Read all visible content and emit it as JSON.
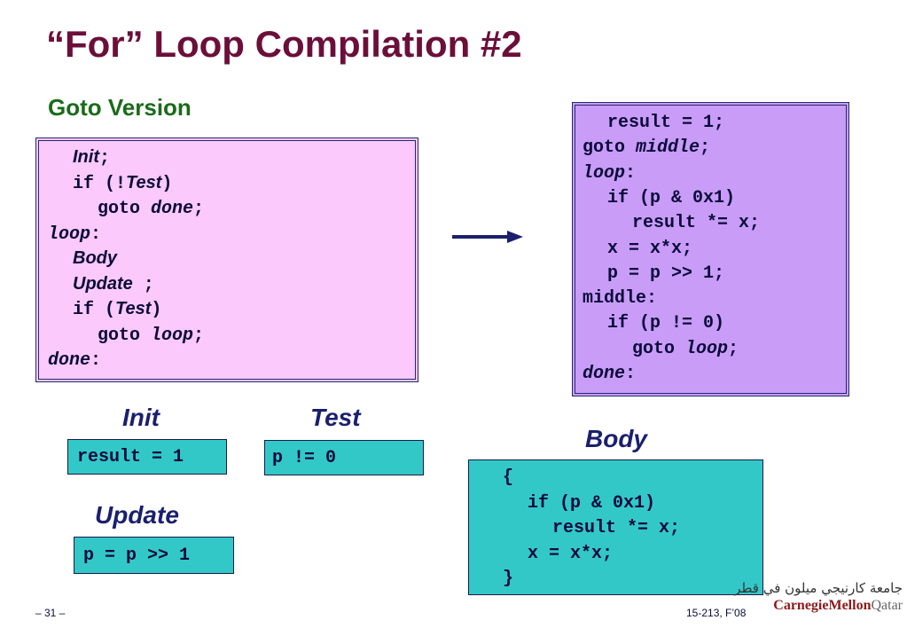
{
  "title": "“For” Loop Compilation #2",
  "subtitle": "Goto Version",
  "goto_box": [
    {
      "indent": 1,
      "parts": [
        {
          "t": "Init",
          "s": "ital"
        },
        {
          "t": ";",
          "s": "mono"
        }
      ]
    },
    {
      "indent": 1,
      "parts": [
        {
          "t": "if (!",
          "s": "mono"
        },
        {
          "t": "Test",
          "s": "ital"
        },
        {
          "t": ")",
          "s": "mono"
        }
      ]
    },
    {
      "indent": 2,
      "parts": [
        {
          "t": "goto ",
          "s": "mono"
        },
        {
          "t": "done",
          "s": "monoital"
        },
        {
          "t": ";",
          "s": "mono"
        }
      ]
    },
    {
      "indent": 0,
      "parts": [
        {
          "t": "loop",
          "s": "monoital"
        },
        {
          "t": ":",
          "s": "mono"
        }
      ]
    },
    {
      "indent": 1,
      "parts": [
        {
          "t": "Body",
          "s": "ital"
        }
      ]
    },
    {
      "indent": 1,
      "parts": [
        {
          "t": "Update",
          "s": "ital"
        },
        {
          "t": " ;",
          "s": "mono"
        }
      ]
    },
    {
      "indent": 1,
      "parts": [
        {
          "t": "if (",
          "s": "mono"
        },
        {
          "t": "Test",
          "s": "ital"
        },
        {
          "t": ")",
          "s": "mono"
        }
      ]
    },
    {
      "indent": 2,
      "parts": [
        {
          "t": "goto ",
          "s": "mono"
        },
        {
          "t": "loop",
          "s": "monoital"
        },
        {
          "t": ";",
          "s": "mono"
        }
      ]
    },
    {
      "indent": 0,
      "parts": [
        {
          "t": "done",
          "s": "monoital"
        },
        {
          "t": ":",
          "s": "mono"
        }
      ]
    }
  ],
  "result_box": [
    {
      "indent": 1,
      "parts": [
        {
          "t": "result = 1;",
          "s": "mono"
        }
      ]
    },
    {
      "indent": 0,
      "parts": [
        {
          "t": "goto ",
          "s": "mono"
        },
        {
          "t": "middle",
          "s": "monoital"
        },
        {
          "t": ";",
          "s": "mono"
        }
      ]
    },
    {
      "indent": 0,
      "parts": [
        {
          "t": "loop",
          "s": "monoital"
        },
        {
          "t": ":",
          "s": "mono"
        }
      ]
    },
    {
      "indent": 1,
      "parts": [
        {
          "t": "if (p & 0x1)",
          "s": "mono"
        }
      ]
    },
    {
      "indent": 2,
      "parts": [
        {
          "t": "result *= x;",
          "s": "mono"
        }
      ]
    },
    {
      "indent": 1,
      "parts": [
        {
          "t": "x = x*x;",
          "s": "mono"
        }
      ]
    },
    {
      "indent": 1,
      "parts": [
        {
          "t": "p = p >> 1;",
          "s": "mono"
        }
      ]
    },
    {
      "indent": 0,
      "parts": [
        {
          "t": "middle:",
          "s": "mono"
        }
      ]
    },
    {
      "indent": 1,
      "parts": [
        {
          "t": "if (p != 0)",
          "s": "mono"
        }
      ]
    },
    {
      "indent": 2,
      "parts": [
        {
          "t": "goto ",
          "s": "mono"
        },
        {
          "t": "loop",
          "s": "monoital"
        },
        {
          "t": ";",
          "s": "mono"
        }
      ]
    },
    {
      "indent": 0,
      "parts": [
        {
          "t": "done",
          "s": "monoital"
        },
        {
          "t": ":",
          "s": "mono"
        }
      ]
    }
  ],
  "init": {
    "label": "Init",
    "code": "result = 1"
  },
  "test": {
    "label": "Test",
    "code": "p != 0"
  },
  "update": {
    "label": "Update",
    "code": "p = p >> 1"
  },
  "body": {
    "label": "Body",
    "lines": [
      {
        "indent": 0,
        "text": "{"
      },
      {
        "indent": 1,
        "text": "if (p & 0x1)"
      },
      {
        "indent": 2,
        "text": "result *= x;"
      },
      {
        "indent": 1,
        "text": "x = x*x;"
      },
      {
        "indent": 0,
        "text": "}"
      }
    ]
  },
  "footer": {
    "page": "– 31 –",
    "course": "15-213, F’08"
  },
  "logo": {
    "arabic": "جامعة كارنيجي ميلون في قطر",
    "name": "CarnegieMellon",
    "campus": "Qatar"
  },
  "colors": {
    "title": "#6b0f3a",
    "subtitle": "#1a6b1a",
    "pink_box": "#fbc9fb",
    "purple_box": "#c99cf8",
    "teal_box": "#33c8c8",
    "arrow": "#1a1f6e"
  }
}
